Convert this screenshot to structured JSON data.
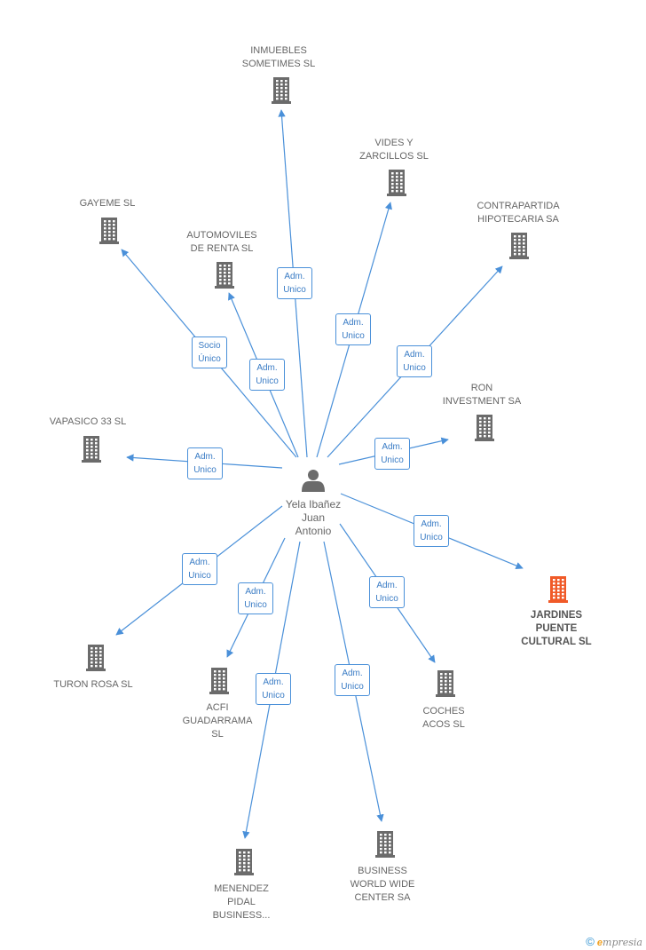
{
  "person": {
    "name_lines": [
      "Yela Ibañez",
      "Juan",
      "Antonio"
    ]
  },
  "companies": [
    {
      "id": "inmuebles",
      "name_lines": [
        "INMUEBLES",
        "SOMETIMES SL"
      ],
      "highlight": false
    },
    {
      "id": "vides",
      "name_lines": [
        "VIDES Y",
        "ZARCILLOS SL"
      ],
      "highlight": false
    },
    {
      "id": "contrapartida",
      "name_lines": [
        "CONTRAPARTIDA",
        "HIPOTECARIA SA"
      ],
      "highlight": false
    },
    {
      "id": "gayeme",
      "name_lines": [
        "GAYEME SL"
      ],
      "highlight": false
    },
    {
      "id": "automoviles",
      "name_lines": [
        "AUTOMOVILES",
        "DE RENTA SL"
      ],
      "highlight": false
    },
    {
      "id": "ron",
      "name_lines": [
        "RON",
        "INVESTMENT SA"
      ],
      "highlight": false
    },
    {
      "id": "vapasico",
      "name_lines": [
        "VAPASICO 33 SL"
      ],
      "highlight": false
    },
    {
      "id": "jardines",
      "name_lines": [
        "JARDINES",
        "PUENTE",
        "CULTURAL SL"
      ],
      "highlight": true
    },
    {
      "id": "turon",
      "name_lines": [
        "TURON ROSA SL"
      ],
      "highlight": false
    },
    {
      "id": "acfi",
      "name_lines": [
        "ACFI",
        "GUADARRAMA",
        "SL"
      ],
      "highlight": false
    },
    {
      "id": "coches",
      "name_lines": [
        "COCHES",
        "ACOS SL"
      ],
      "highlight": false
    },
    {
      "id": "menendez",
      "name_lines": [
        "MENENDEZ",
        "PIDAL",
        "BUSINESS..."
      ],
      "highlight": false
    },
    {
      "id": "business",
      "name_lines": [
        "BUSINESS",
        "WORLD WIDE",
        "CENTER SA"
      ],
      "highlight": false
    }
  ],
  "edges": [
    {
      "to": "inmuebles",
      "label_lines": [
        "Adm.",
        "Unico"
      ]
    },
    {
      "to": "vides",
      "label_lines": [
        "Adm.",
        "Unico"
      ]
    },
    {
      "to": "contrapartida",
      "label_lines": [
        "Adm.",
        "Unico"
      ]
    },
    {
      "to": "gayeme",
      "label_lines": [
        "Socio",
        "Único"
      ]
    },
    {
      "to": "automoviles",
      "label_lines": [
        "Adm.",
        "Unico"
      ]
    },
    {
      "to": "ron",
      "label_lines": [
        "Adm.",
        "Unico"
      ]
    },
    {
      "to": "vapasico",
      "label_lines": [
        "Adm.",
        "Unico"
      ]
    },
    {
      "to": "jardines",
      "label_lines": [
        "Adm.",
        "Unico"
      ]
    },
    {
      "to": "turon",
      "label_lines": [
        "Adm.",
        "Unico"
      ]
    },
    {
      "to": "acfi",
      "label_lines": [
        "Adm.",
        "Unico"
      ]
    },
    {
      "to": "coches",
      "label_lines": [
        "Adm.",
        "Unico"
      ]
    },
    {
      "to": "menendez",
      "label_lines": [
        "Adm.",
        "Unico"
      ]
    },
    {
      "to": "business",
      "label_lines": [
        "Adm.",
        "Unico"
      ]
    }
  ],
  "colors": {
    "edge": "#4a90d9",
    "building": "#6b6b6b",
    "building_highlight": "#f05a28",
    "person": "#6b6b6b"
  },
  "footer": {
    "copyright": "©",
    "brand_initial": "e",
    "brand_rest": "mpresia"
  }
}
